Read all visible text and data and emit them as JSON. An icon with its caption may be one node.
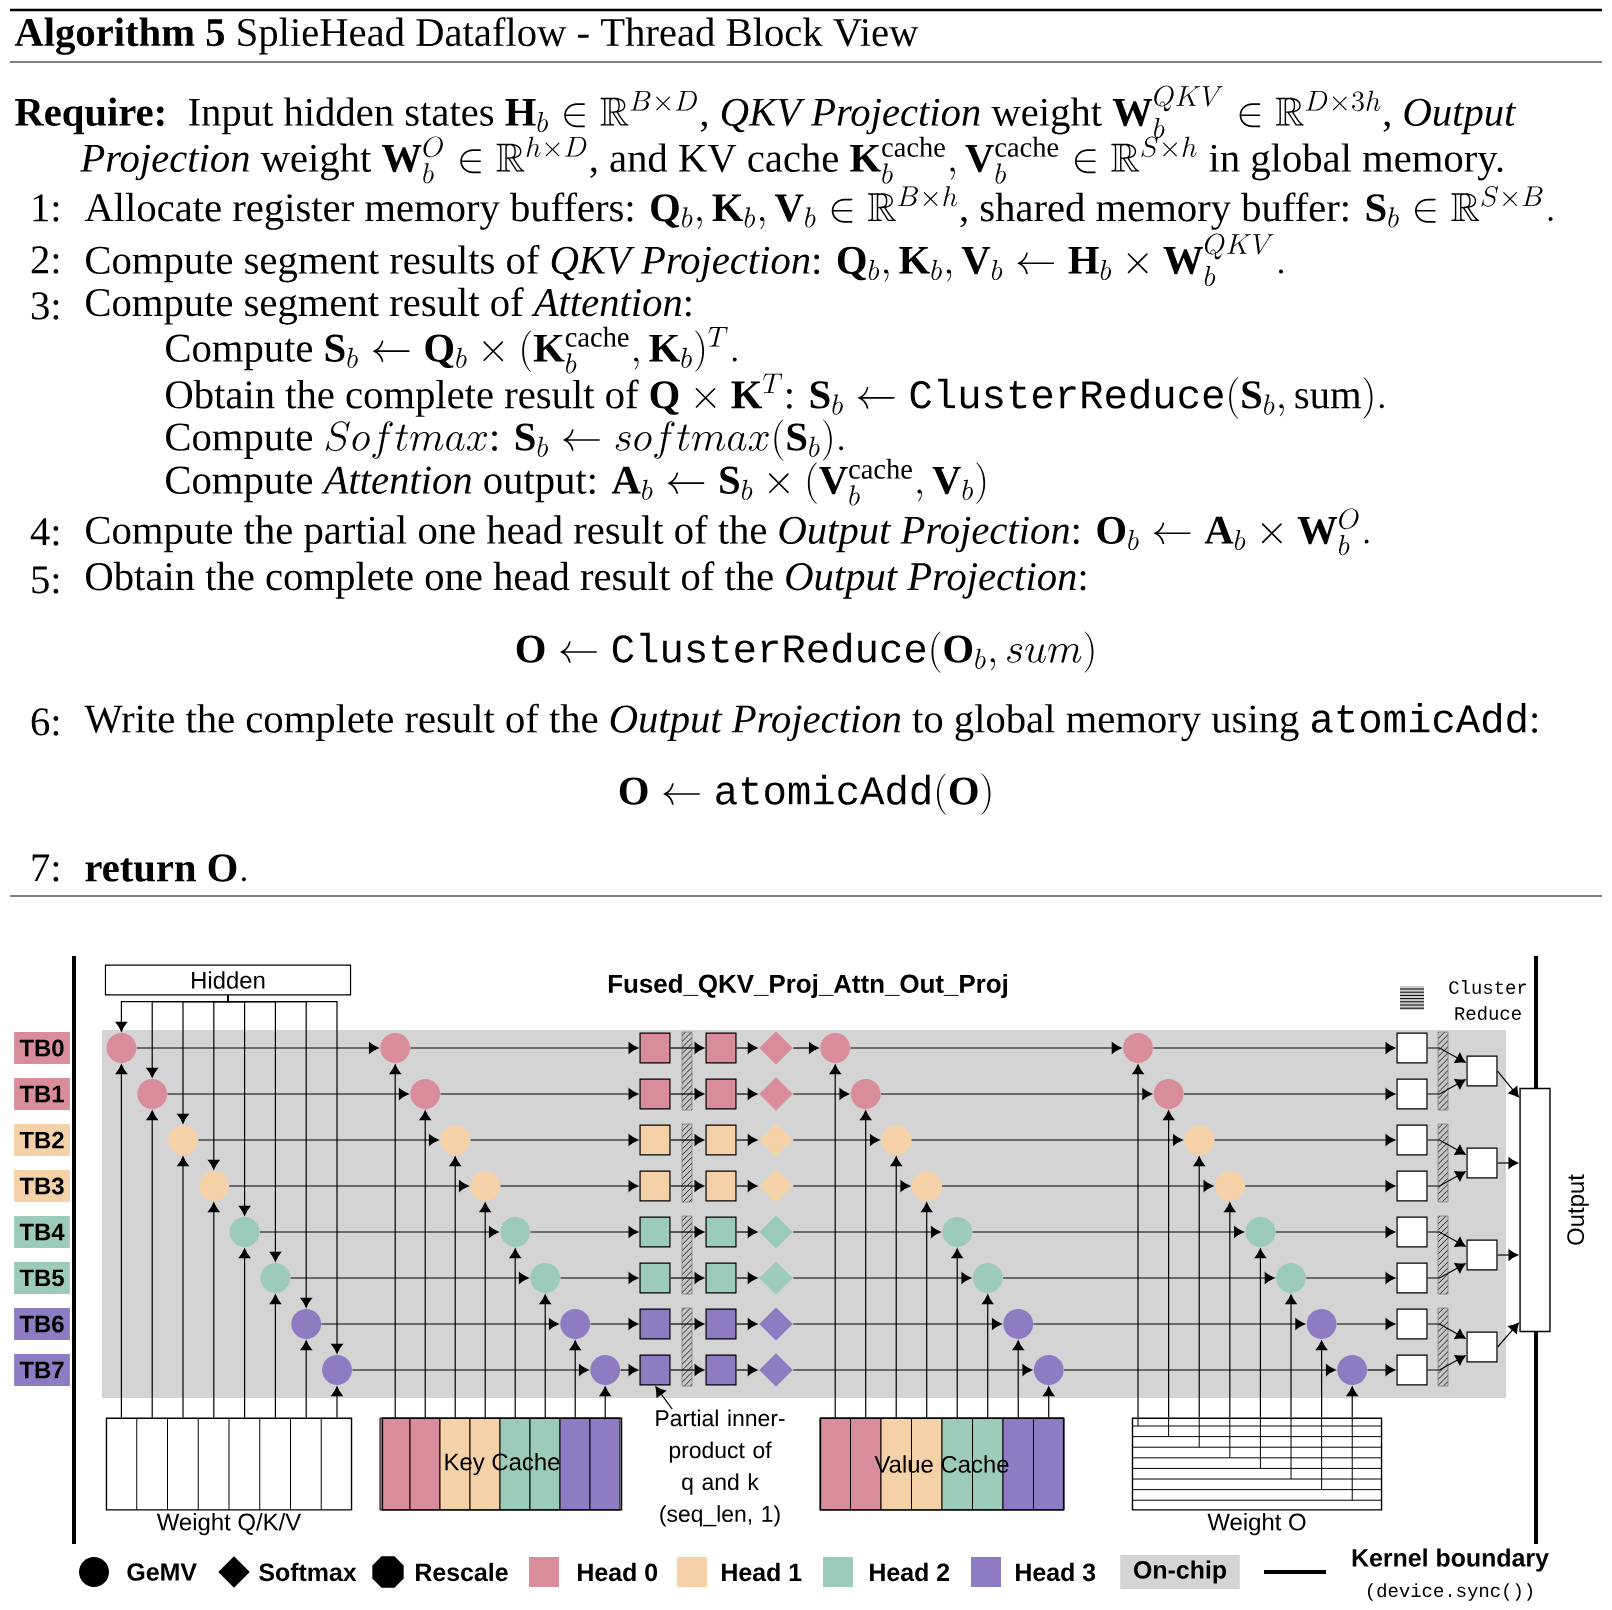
{
  "diagram": {
    "title": "Fused_QKV_Proj_Attn_Out_Proj",
    "nodes": [
      {
        "text": [
          "TB0"
        ]
      },
      {
        "text": [
          "TB1"
        ]
      },
      {
        "text": [
          "TB2"
        ]
      },
      {
        "text": [
          "TB3"
        ]
      },
      {
        "text": [
          "TB4"
        ]
      },
      {
        "text": [
          "TB5"
        ]
      },
      {
        "text": [
          "TB6"
        ]
      },
      {
        "text": [
          "TB7"
        ]
      },
      {
        "text": [
          "Hidden"
        ]
      },
      {
        "text": [
          "Weight Q/K/V"
        ]
      },
      {
        "text": [
          "Key Cache"
        ]
      },
      {
        "text": [
          "Value Cache"
        ]
      },
      {
        "text": [
          "Weight O"
        ]
      },
      {
        "text": [
          "Output"
        ]
      },
      {
        "text": [
          "Partial inner-product of q and k (seq_len, 1)"
        ]
      },
      {
        "text": [],
        "shape": "circle"
      },
      {
        "text": [],
        "shape": "circle"
      },
      {
        "text": [],
        "shape": "circle"
      },
      {
        "text": [],
        "shape": "circle"
      },
      {
        "text": [],
        "shape": "circle"
      },
      {
        "text": [],
        "shape": "circle"
      },
      {
        "text": [],
        "shape": "circle"
      },
      {
        "text": [],
        "shape": "circle"
      },
      {
        "text": [],
        "shape": "circle"
      },
      {
        "text": [],
        "shape": "circle"
      },
      {
        "text": [],
        "shape": "circle"
      },
      {
        "text": [],
        "shape": "circle"
      },
      {
        "text": [],
        "shape": "circle"
      },
      {
        "text": [],
        "shape": "circle"
      },
      {
        "text": [],
        "shape": "circle"
      },
      {
        "text": [],
        "shape": "circle"
      },
      {
        "text": [],
        "shape": "box"
      },
      {
        "text": [],
        "shape": "box"
      },
      {
        "text": [],
        "shape": "box"
      },
      {
        "text": [],
        "shape": "box"
      },
      {
        "text": [],
        "shape": "box"
      },
      {
        "text": [],
        "shape": "box"
      },
      {
        "text": [],
        "shape": "box"
      },
      {
        "text": [],
        "shape": "box"
      },
      {
        "text": [],
        "shape": "box"
      },
      {
        "text": [],
        "shape": "box"
      },
      {
        "text": [],
        "shape": "box"
      },
      {
        "text": [],
        "shape": "box"
      },
      {
        "text": [],
        "shape": "box"
      },
      {
        "text": [],
        "shape": "box"
      },
      {
        "text": [],
        "shape": "box"
      },
      {
        "text": [],
        "shape": "box"
      },
      {
        "text": [],
        "shape": "diamond"
      },
      {
        "text": [],
        "shape": "diamond"
      },
      {
        "text": [],
        "shape": "diamond"
      },
      {
        "text": [],
        "shape": "diamond"
      },
      {
        "text": [],
        "shape": "diamond"
      },
      {
        "text": [],
        "shape": "diamond"
      },
      {
        "text": [],
        "shape": "diamond"
      },
      {
        "text": [],
        "shape": "diamond"
      },
      {
        "text": [],
        "shape": "circle"
      },
      {
        "text": [],
        "shape": "circle"
      },
      {
        "text": [],
        "shape": "circle"
      },
      {
        "text": [],
        "shape": "circle"
      },
      {
        "text": [],
        "shape": "circle"
      },
      {
        "text": [],
        "shape": "circle"
      },
      {
        "text": [],
        "shape": "circle"
      },
      {
        "text": [],
        "shape": "circle"
      },
      {
        "text": [],
        "shape": "circle"
      },
      {
        "text": [],
        "shape": "circle"
      },
      {
        "text": [],
        "shape": "circle"
      },
      {
        "text": [],
        "shape": "circle"
      },
      {
        "text": [],
        "shape": "circle"
      },
      {
        "text": [],
        "shape": "circle"
      },
      {
        "text": [],
        "shape": "circle"
      },
      {
        "text": [],
        "shape": "circle"
      },
      {
        "text": [],
        "shape": "box"
      },
      {
        "text": [],
        "shape": "box"
      },
      {
        "text": [],
        "shape": "box"
      },
      {
        "text": [],
        "shape": "box"
      },
      {
        "text": [],
        "shape": "box"
      },
      {
        "text": [],
        "shape": "box"
      },
      {
        "text": [],
        "shape": "box"
      },
      {
        "text": [],
        "shape": "box"
      },
      {
        "text": [],
        "shape": "box"
      },
      {
        "text": [],
        "shape": "box"
      },
      {
        "text": [],
        "shape": "box"
      },
      {
        "text": [],
        "shape": "box"
      }
    ],
    "edges": [
      {
        "from": 8,
        "to": 15,
        "arrow": "to"
      },
      {
        "from": 9,
        "to": 15,
        "arrow": "to"
      },
      {
        "from": 15,
        "to": 23,
        "arrow": "to"
      },
      {
        "from": 10,
        "to": 23,
        "arrow": "to"
      },
      {
        "from": 23,
        "to": 31,
        "arrow": "to"
      },
      {
        "from": 31,
        "to": 39,
        "arrow": "to"
      },
      {
        "from": 39,
        "to": 47,
        "arrow": "to"
      },
      {
        "from": 47,
        "to": 55,
        "arrow": "to"
      },
      {
        "from": 11,
        "to": 55,
        "arrow": "to"
      },
      {
        "from": 55,
        "to": 63,
        "arrow": "to"
      },
      {
        "from": 12,
        "to": 63,
        "arrow": "to"
      },
      {
        "from": 63,
        "to": 71,
        "arrow": "to"
      },
      {
        "from": 71,
        "to": 79,
        "arrow": "to"
      },
      {
        "from": 8,
        "to": 16,
        "arrow": "to"
      },
      {
        "from": 9,
        "to": 16,
        "arrow": "to"
      },
      {
        "from": 16,
        "to": 24,
        "arrow": "to"
      },
      {
        "from": 10,
        "to": 24,
        "arrow": "to"
      },
      {
        "from": 24,
        "to": 32,
        "arrow": "to"
      },
      {
        "from": 32,
        "to": 40,
        "arrow": "to"
      },
      {
        "from": 40,
        "to": 48,
        "arrow": "to"
      },
      {
        "from": 48,
        "to": 56,
        "arrow": "to"
      },
      {
        "from": 11,
        "to": 56,
        "arrow": "to"
      },
      {
        "from": 56,
        "to": 64,
        "arrow": "to"
      },
      {
        "from": 12,
        "to": 64,
        "arrow": "to"
      },
      {
        "from": 64,
        "to": 72,
        "arrow": "to"
      },
      {
        "from": 72,
        "to": 79,
        "arrow": "to"
      },
      {
        "from": 8,
        "to": 17,
        "arrow": "to"
      },
      {
        "from": 9,
        "to": 17,
        "arrow": "to"
      },
      {
        "from": 17,
        "to": 25,
        "arrow": "to"
      },
      {
        "from": 10,
        "to": 25,
        "arrow": "to"
      },
      {
        "from": 25,
        "to": 33,
        "arrow": "to"
      },
      {
        "from": 33,
        "to": 41,
        "arrow": "to"
      },
      {
        "from": 41,
        "to": 49,
        "arrow": "to"
      },
      {
        "from": 49,
        "to": 57,
        "arrow": "to"
      },
      {
        "from": 11,
        "to": 57,
        "arrow": "to"
      },
      {
        "from": 57,
        "to": 65,
        "arrow": "to"
      },
      {
        "from": 12,
        "to": 65,
        "arrow": "to"
      },
      {
        "from": 65,
        "to": 73,
        "arrow": "to"
      },
      {
        "from": 73,
        "to": 80,
        "arrow": "to"
      },
      {
        "from": 8,
        "to": 18,
        "arrow": "to"
      },
      {
        "from": 9,
        "to": 18,
        "arrow": "to"
      },
      {
        "from": 18,
        "to": 26,
        "arrow": "to"
      },
      {
        "from": 10,
        "to": 26,
        "arrow": "to"
      },
      {
        "from": 26,
        "to": 34,
        "arrow": "to"
      },
      {
        "from": 34,
        "to": 42,
        "arrow": "to"
      },
      {
        "from": 42,
        "to": 50,
        "arrow": "to"
      },
      {
        "from": 50,
        "to": 58,
        "arrow": "to"
      },
      {
        "from": 11,
        "to": 58,
        "arrow": "to"
      },
      {
        "from": 58,
        "to": 66,
        "arrow": "to"
      },
      {
        "from": 12,
        "to": 66,
        "arrow": "to"
      },
      {
        "from": 66,
        "to": 74,
        "arrow": "to"
      },
      {
        "from": 74,
        "to": 80,
        "arrow": "to"
      },
      {
        "from": 8,
        "to": 19,
        "arrow": "to"
      },
      {
        "from": 9,
        "to": 19,
        "arrow": "to"
      },
      {
        "from": 19,
        "to": 27,
        "arrow": "to"
      },
      {
        "from": 10,
        "to": 27,
        "arrow": "to"
      },
      {
        "from": 27,
        "to": 35,
        "arrow": "to"
      },
      {
        "from": 35,
        "to": 43,
        "arrow": "to"
      },
      {
        "from": 43,
        "to": 51,
        "arrow": "to"
      },
      {
        "from": 51,
        "to": 59,
        "arrow": "to"
      },
      {
        "from": 11,
        "to": 59,
        "arrow": "to"
      },
      {
        "from": 59,
        "to": 67,
        "arrow": "to"
      },
      {
        "from": 12,
        "to": 67,
        "arrow": "to"
      },
      {
        "from": 67,
        "to": 75,
        "arrow": "to"
      },
      {
        "from": 75,
        "to": 81,
        "arrow": "to"
      },
      {
        "from": 8,
        "to": 20,
        "arrow": "to"
      },
      {
        "from": 9,
        "to": 20,
        "arrow": "to"
      },
      {
        "from": 20,
        "to": 28,
        "arrow": "to"
      },
      {
        "from": 10,
        "to": 28,
        "arrow": "to"
      },
      {
        "from": 28,
        "to": 36,
        "arrow": "to"
      },
      {
        "from": 36,
        "to": 44,
        "arrow": "to"
      },
      {
        "from": 44,
        "to": 52,
        "arrow": "to"
      },
      {
        "from": 52,
        "to": 60,
        "arrow": "to"
      },
      {
        "from": 11,
        "to": 60,
        "arrow": "to"
      },
      {
        "from": 60,
        "to": 68,
        "arrow": "to"
      },
      {
        "from": 12,
        "to": 68,
        "arrow": "to"
      },
      {
        "from": 68,
        "to": 76,
        "arrow": "to"
      },
      {
        "from": 76,
        "to": 81,
        "arrow": "to"
      },
      {
        "from": 8,
        "to": 21,
        "arrow": "to"
      },
      {
        "from": 9,
        "to": 21,
        "arrow": "to"
      },
      {
        "from": 21,
        "to": 29,
        "arrow": "to"
      },
      {
        "from": 10,
        "to": 29,
        "arrow": "to"
      },
      {
        "from": 29,
        "to": 37,
        "arrow": "to"
      },
      {
        "from": 37,
        "to": 45,
        "arrow": "to"
      },
      {
        "from": 45,
        "to": 53,
        "arrow": "to"
      },
      {
        "from": 53,
        "to": 61,
        "arrow": "to"
      },
      {
        "from": 11,
        "to": 61,
        "arrow": "to"
      },
      {
        "from": 61,
        "to": 69,
        "arrow": "to"
      },
      {
        "from": 12,
        "to": 69,
        "arrow": "to"
      },
      {
        "from": 69,
        "to": 77,
        "arrow": "to"
      },
      {
        "from": 77,
        "to": 82,
        "arrow": "to"
      },
      {
        "from": 8,
        "to": 22,
        "arrow": "to"
      },
      {
        "from": 9,
        "to": 22,
        "arrow": "to"
      },
      {
        "from": 22,
        "to": 30,
        "arrow": "to"
      },
      {
        "from": 10,
        "to": 30,
        "arrow": "to"
      },
      {
        "from": 30,
        "to": 38,
        "arrow": "to"
      },
      {
        "from": 38,
        "to": 46,
        "arrow": "to"
      },
      {
        "from": 46,
        "to": 54,
        "arrow": "to"
      },
      {
        "from": 54,
        "to": 62,
        "arrow": "to"
      },
      {
        "from": 11,
        "to": 62,
        "arrow": "to"
      },
      {
        "from": 62,
        "to": 70,
        "arrow": "to"
      },
      {
        "from": 12,
        "to": 70,
        "arrow": "to"
      },
      {
        "from": 70,
        "to": 78,
        "arrow": "to"
      },
      {
        "from": 78,
        "to": 82,
        "arrow": "to"
      },
      {
        "from": 79,
        "to": 13,
        "arrow": "to"
      },
      {
        "from": 80,
        "to": 13,
        "arrow": "to"
      },
      {
        "from": 81,
        "to": 13,
        "arrow": "to"
      },
      {
        "from": 82,
        "to": 13,
        "arrow": "to"
      },
      {
        "from": 14,
        "to": 38,
        "arrow": "to"
      }
    ],
    "labels": [
      "**Algorithm 5** SplieHead Dataflow - Thread Block View",
      "\\text{\\textbf{Require:}\\ \\ Input hidden states }\\mathbf{H}_b\\in\\mathbb{R}^{B\\times D}\\text{, \\textit{QKV Projection} weight }\\mathbf{W}_b^{QKV}\\in\\mathbb{R}^{D\\times 3h}\\text{, \\textit{Output}}",
      "\\text{\\textit{Projection} weight }\\mathbf{W}_b^{O}\\in\\mathbb{R}^{h\\times D}\\text{, and KV cache }\\mathbf{K}_b^{\\text{cache}},\\mathbf{V}_b^{\\text{cache}}\\in\\mathbb{R}^{S\\times h}\\text{ in global memory.}",
      "1:",
      "\\text{Allocate register memory buffers: }\\mathbf{Q}_b,\\mathbf{K}_b,\\mathbf{V}_b\\in\\mathbb{R}^{B\\times h}\\text{, shared memory buffer: }\\mathbf{S}_b\\in\\mathbb{R}^{S\\times B}.",
      "2:",
      "\\text{Compute segment results of \\textit{QKV Projection}: }\\mathbf{Q}_b,\\mathbf{K}_b,\\mathbf{V}_b\\leftarrow\\mathbf{H}_b\\times\\mathbf{W}_b^{QKV}.",
      "3:",
      "Compute segment result of *Attention*:",
      "\\text{Compute }\\mathbf{S}_b\\leftarrow\\mathbf{Q}_b\\times(\\mathbf{K}_b^{\\text{cache}},\\mathbf{K}_b)^T.",
      "\\text{Obtain the complete result of }\\mathbf{Q}\\times\\mathbf{K}^T\\text{: }\\mathbf{S}_b\\leftarrow\\texttt{ClusterReduce}(\\mathbf{S}_b,\\mathrm{sum}).",
      "\\text{Compute }Softmax\\text{: }\\mathbf{S}_b\\leftarrow softmax(\\mathbf{S}_b).",
      "\\text{Compute \\textit{Attention} output: }\\mathbf{A}_b\\leftarrow\\mathbf{S}_b\\times(\\mathbf{V}_b^{\\text{cache}},\\mathbf{V}_b)",
      "4:",
      "\\text{Compute the partial one head result of the \\textit{Output Projection}: }\\mathbf{O}_b\\leftarrow\\mathbf{A}_b\\times\\mathbf{W}_b^{O}.",
      "5:",
      "Obtain the complete one head result of the *Output Projection*:",
      "\\mathbf{O}\\leftarrow\\texttt{ClusterReduce}(\\mathbf{O}_b,sum)",
      "6:",
      "\\text{Write the complete result of the \\textit{Output Projection} to global memory using \\texttt{atomicAdd}:}",
      "\\mathbf{O}\\leftarrow\\texttt{atomicAdd}(\\mathbf{O})",
      "7:",
      "\\text{\\textbf{return} }\\mathbf{O}.",
      "Cluster Reduce",
      "(device.sync())"
    ],
    "legend": [
      {
        "text": "GeMV"
      },
      {
        "text": "Softmax"
      },
      {
        "text": "Rescale"
      },
      {
        "text": "Head 0",
        "color": "#d98c9a"
      },
      {
        "text": "Head 1",
        "color": "#f5d1a8"
      },
      {
        "text": "Head 2",
        "color": "#9ccbb9"
      },
      {
        "text": "Head 3",
        "color": "#8e7cc3"
      },
      {
        "text": "On-chip",
        "color": "#d4d4d4"
      },
      {
        "text": "Kernel boundary"
      }
    ]
  }
}
